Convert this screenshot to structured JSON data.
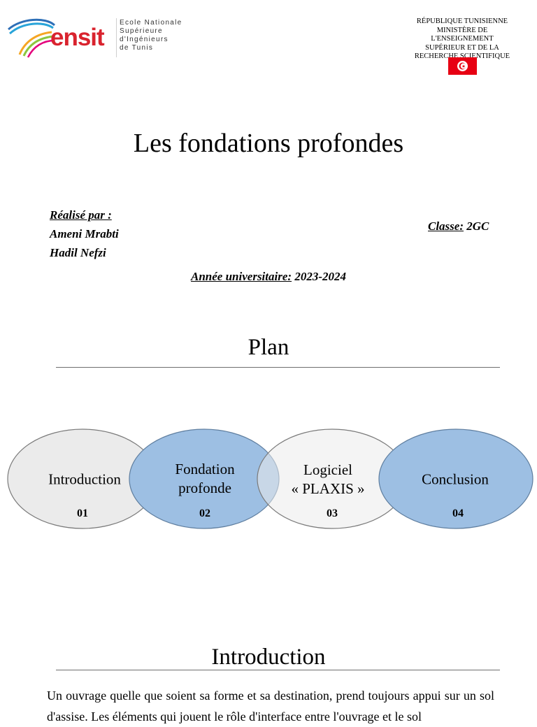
{
  "header": {
    "logo_text": "ensit",
    "school_lines": [
      "Ecole Nationale",
      "Supérieure",
      "d'Ingénieurs",
      "de Tunis"
    ],
    "republic_lines": [
      "RÉPUBLIQUE TUNISIENNE",
      "MINISTÈRE DE",
      "L'ENSEIGNEMENT",
      "SUPÉRIEUR ET DE LA",
      "RECHERCHE SCIENTIFIQUE"
    ],
    "flag_colors": {
      "red": "#e70013",
      "white": "#ffffff"
    }
  },
  "title": "Les fondations profondes",
  "authors": {
    "label": "Réalisé par :",
    "names": [
      "Ameni Mrabti",
      "Hadil Nefzi"
    ]
  },
  "classe": {
    "label": "Classe:",
    "value": "2GC"
  },
  "annee": {
    "label": "Année universitaire:",
    "value": "2023-2024"
  },
  "plan": {
    "heading": "Plan",
    "items": [
      {
        "lines": [
          "Introduction"
        ],
        "number": "01",
        "fill": "#ebebeb"
      },
      {
        "lines": [
          "Fondation",
          "profonde"
        ],
        "number": "02",
        "fill": "#9dbfe3"
      },
      {
        "lines": [
          "Logiciel",
          "« PLAXIS »"
        ],
        "number": "03",
        "fill": "#ebebeb"
      },
      {
        "lines": [
          "Conclusion"
        ],
        "number": "04",
        "fill": "#9dbfe3"
      }
    ]
  },
  "introduction": {
    "heading": "Introduction",
    "text": "Un ouvrage quelle que soient sa forme et sa destination, prend toujours appui sur un sol d'assise. Les éléments qui jouent le rôle d'interface entre l'ouvrage et le sol"
  }
}
